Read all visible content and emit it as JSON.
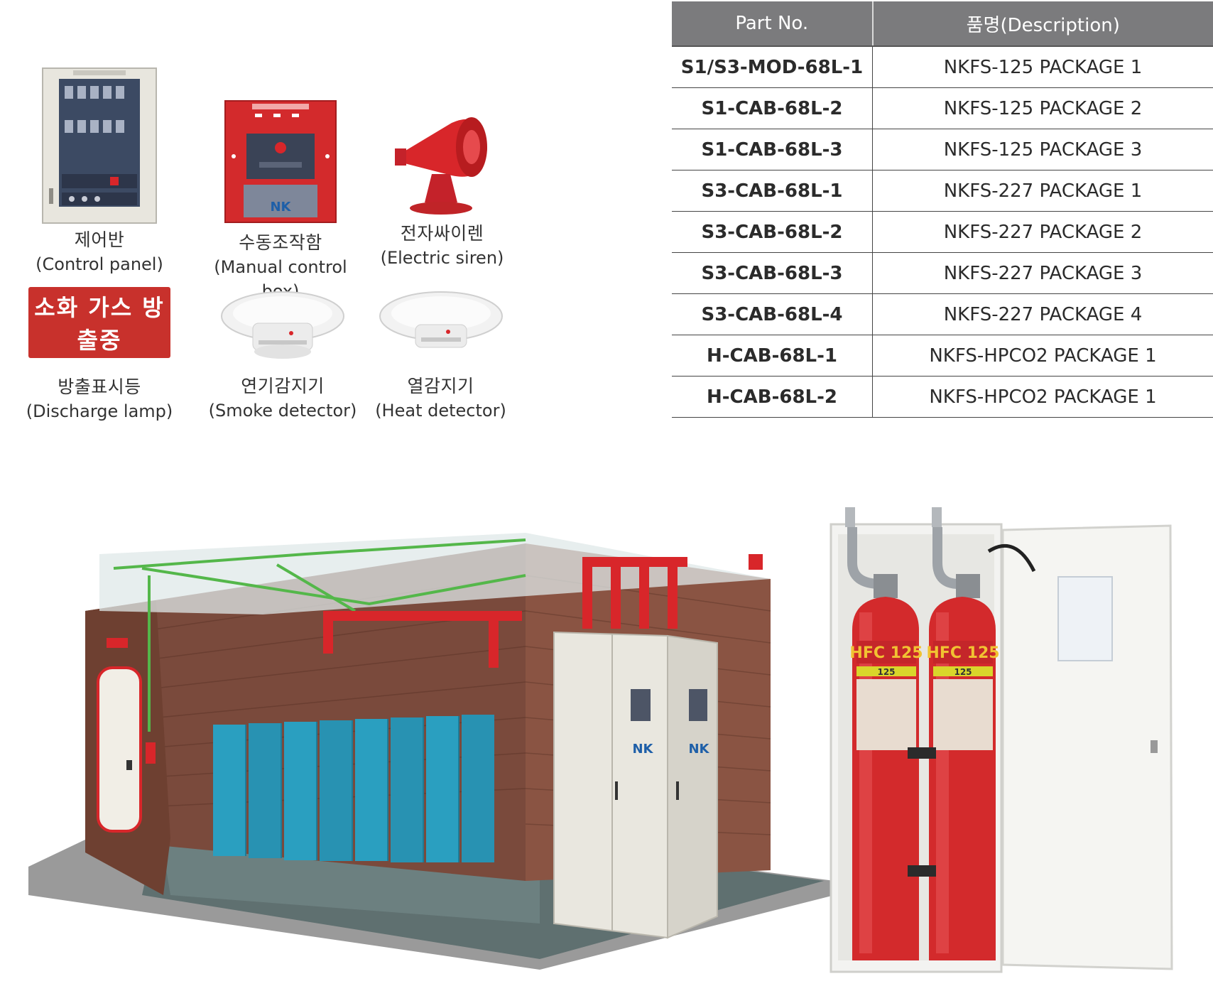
{
  "products": [
    {
      "id": "control-panel",
      "name_ko": "제어반",
      "name_en": "(Control panel)"
    },
    {
      "id": "manual-control-box",
      "name_ko": "수동조작함",
      "name_en": "(Manual control box)"
    },
    {
      "id": "electric-siren",
      "name_ko": "전자싸이렌",
      "name_en": "(Electric siren)"
    },
    {
      "id": "discharge-lamp",
      "name_ko": "방출표시등",
      "name_en": "(Discharge lamp)",
      "sign_text": "소화 가스 방출중"
    },
    {
      "id": "smoke-detector",
      "name_ko": "연기감지기",
      "name_en": "(Smoke detector)"
    },
    {
      "id": "heat-detector",
      "name_ko": "열감지기",
      "name_en": "(Heat detector)"
    }
  ],
  "table": {
    "headers": [
      "Part No.",
      "품명(Description)"
    ],
    "rows": [
      [
        "S1/S3-MOD-68L-1",
        "NKFS-125 PACKAGE 1"
      ],
      [
        "S1-CAB-68L-2",
        "NKFS-125 PACKAGE 2"
      ],
      [
        "S1-CAB-68L-3",
        "NKFS-125 PACKAGE 3"
      ],
      [
        "S3-CAB-68L-1",
        "NKFS-227 PACKAGE 1"
      ],
      [
        "S3-CAB-68L-2",
        "NKFS-227 PACKAGE 2"
      ],
      [
        "S3-CAB-68L-3",
        "NKFS-227 PACKAGE 3"
      ],
      [
        "S3-CAB-68L-4",
        "NKFS-227 PACKAGE 4"
      ],
      [
        "H-CAB-68L-1",
        "NKFS-HPCO2 PACKAGE 1"
      ],
      [
        "H-CAB-68L-2",
        "NKFS-HPCO2 PACKAGE 1"
      ]
    ]
  },
  "brand": {
    "logo_text": "NK"
  },
  "cylinders": {
    "label": "HFC 125",
    "sub_label": "125"
  },
  "colors": {
    "header_bg": "#7b7b7d",
    "fire_red": "#d8262a",
    "brick": "#7a4a3c",
    "server_blue": "#2a9fc0",
    "cabinet": "#e9e7df"
  }
}
